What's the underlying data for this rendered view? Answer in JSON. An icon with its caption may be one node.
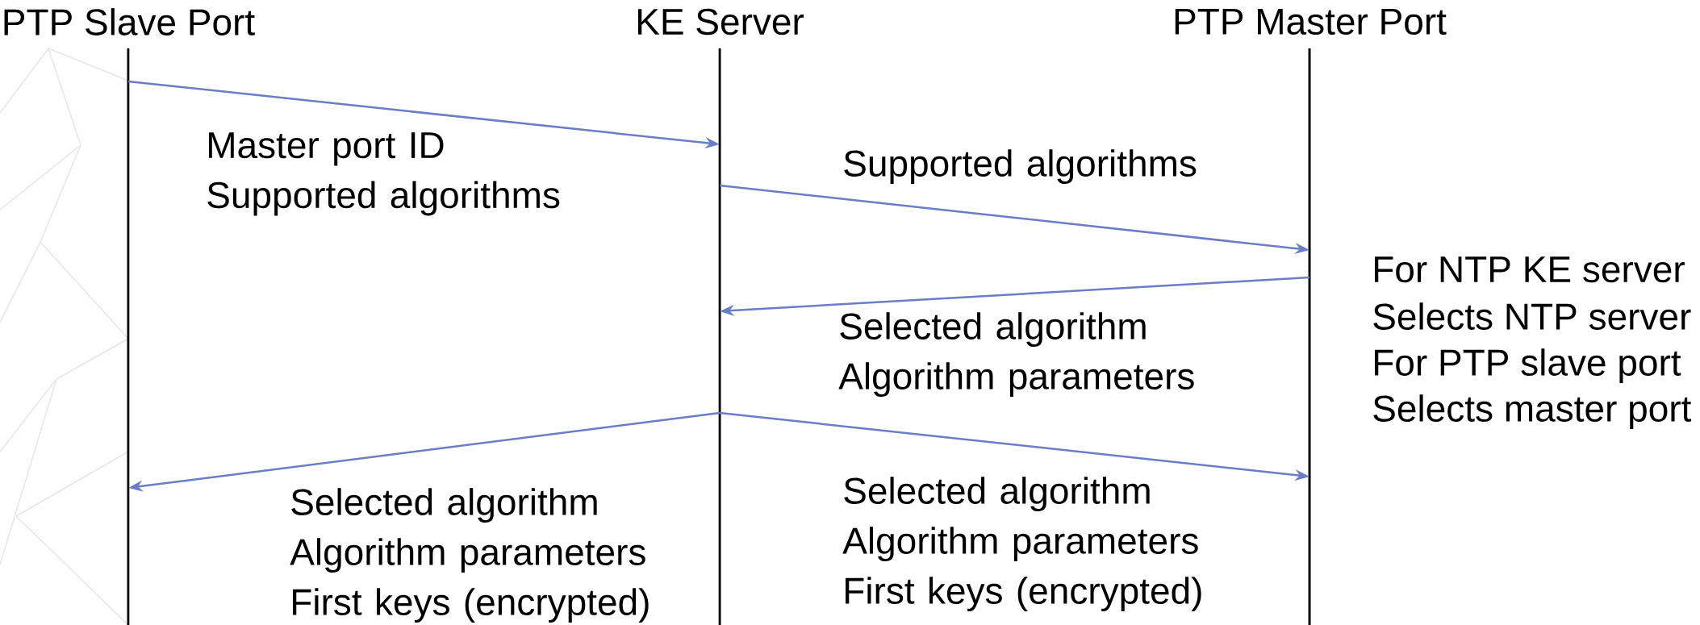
{
  "diagram": {
    "nodes": [
      {
        "text": [
          "PTP Slave Port"
        ]
      },
      {
        "text": [
          "KE Server"
        ]
      },
      {
        "text": [
          "PTP Master Port"
        ]
      }
    ],
    "edges": [
      {
        "from": 0,
        "to": 1,
        "arrow": "to",
        "label": "Master port ID Supported algorithms"
      },
      {
        "from": 1,
        "to": 2,
        "arrow": "to",
        "label": "Supported algorithms"
      },
      {
        "from": 2,
        "to": 1,
        "arrow": "to",
        "label": "Selected algorithm Algorithm parameters"
      },
      {
        "from": 1,
        "to": 0,
        "arrow": "to",
        "label": "Selected algorithm Algorithm parameters First keys (encrypted)"
      },
      {
        "from": 1,
        "to": 2,
        "arrow": "to",
        "label": "Selected algorithm Algorithm parameters First keys (encrypted)"
      }
    ],
    "labels": [
      "For NTP KE server",
      "Selects NTP server",
      "For PTP slave port",
      "Selects master port"
    ]
  }
}
